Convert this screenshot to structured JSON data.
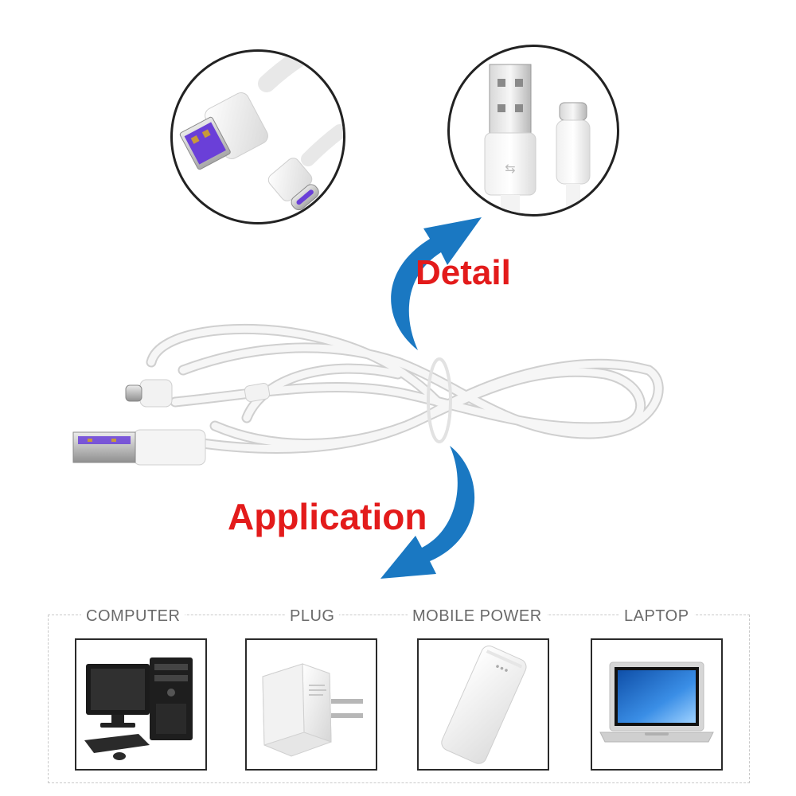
{
  "labels": {
    "detail": "Detail",
    "application": "Application"
  },
  "categories": [
    {
      "label": "COMPUTER",
      "icon": "computer-icon"
    },
    {
      "label": "PLUG",
      "icon": "plug-icon"
    },
    {
      "label": "MOBILE POWER",
      "icon": "power-bank-icon"
    },
    {
      "label": "LAPTOP",
      "icon": "laptop-icon"
    }
  ],
  "colors": {
    "label_red": "#e31b1b",
    "arrow_blue": "#1a78c2",
    "connector_purple": "#6a3fd8",
    "cable_white": "#f4f4f4"
  }
}
